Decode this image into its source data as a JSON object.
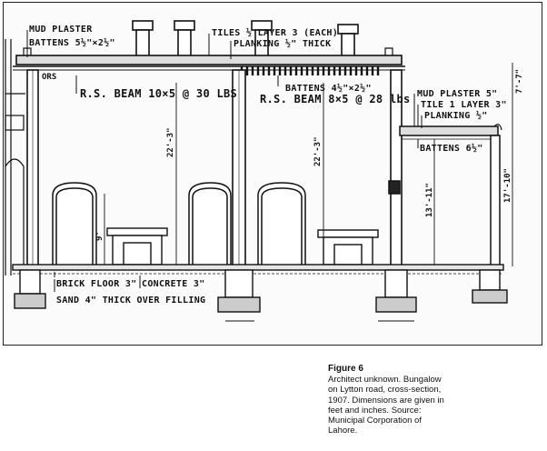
{
  "drawing": {
    "labels": {
      "mud_plaster": "MUD PLASTER",
      "battens_top": "BATTENS 5½\"×2½\"",
      "tiles": "TILES ½ LAYER 3 (EACH)",
      "planking": "PLANKING ½\" THICK",
      "rs_beam_1": "R.S. BEAM 10×5 @ 30 LBS",
      "battens_mid": "BATTENS 4½\"×2½\"",
      "rs_beam_2": "R.S. BEAM 8×5 @ 28 lbs",
      "mud_plaster_right": "MUD PLASTER 5\"",
      "tile_layer_right": "TILE 1 LAYER 3\"",
      "planking_right": "PLANKING ½\"",
      "battens_right": "BATTENS 6½\"",
      "brick_floor": "BRICK FLOOR 3\"",
      "concrete": "CONCRETE 3\"",
      "sand": "SAND 4\" THICK OVER FILLING",
      "ors": "ORS"
    },
    "dimensions": {
      "wall_height_1": "22'-3\"",
      "wall_height_2": "22'-3\"",
      "right_height": "17'-10\"",
      "top_height": "7'-7\"",
      "verandah_height": "13'-11\"",
      "door_height": "9'"
    }
  },
  "caption": {
    "figure_label": "Figure 6",
    "line1": "Architect unknown. Bungalow",
    "line2": "on Lytton road, cross-section,",
    "line3": "1907. Dimensions are given in",
    "line4": "feet and inches. Source:",
    "line5": "Municipal Corporation of",
    "line6": "Lahore."
  }
}
